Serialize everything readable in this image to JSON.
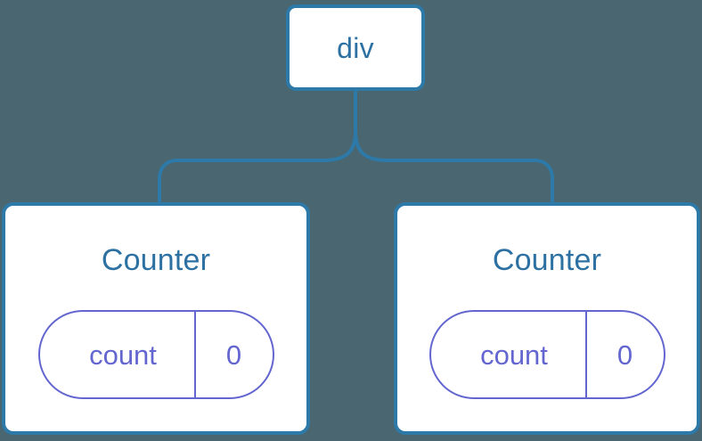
{
  "diagram": {
    "title": "component-tree",
    "background_color": "#4a6670",
    "node_border_color": "#2d79a8",
    "node_text_color": "#2d71a3",
    "connector_color": "#2d79a8",
    "state_accent_color": "#6366cf"
  },
  "root": {
    "label": "div"
  },
  "children": [
    {
      "label": "Counter",
      "state": {
        "key": "count",
        "value": "0"
      }
    },
    {
      "label": "Counter",
      "state": {
        "key": "count",
        "value": "0"
      }
    }
  ]
}
